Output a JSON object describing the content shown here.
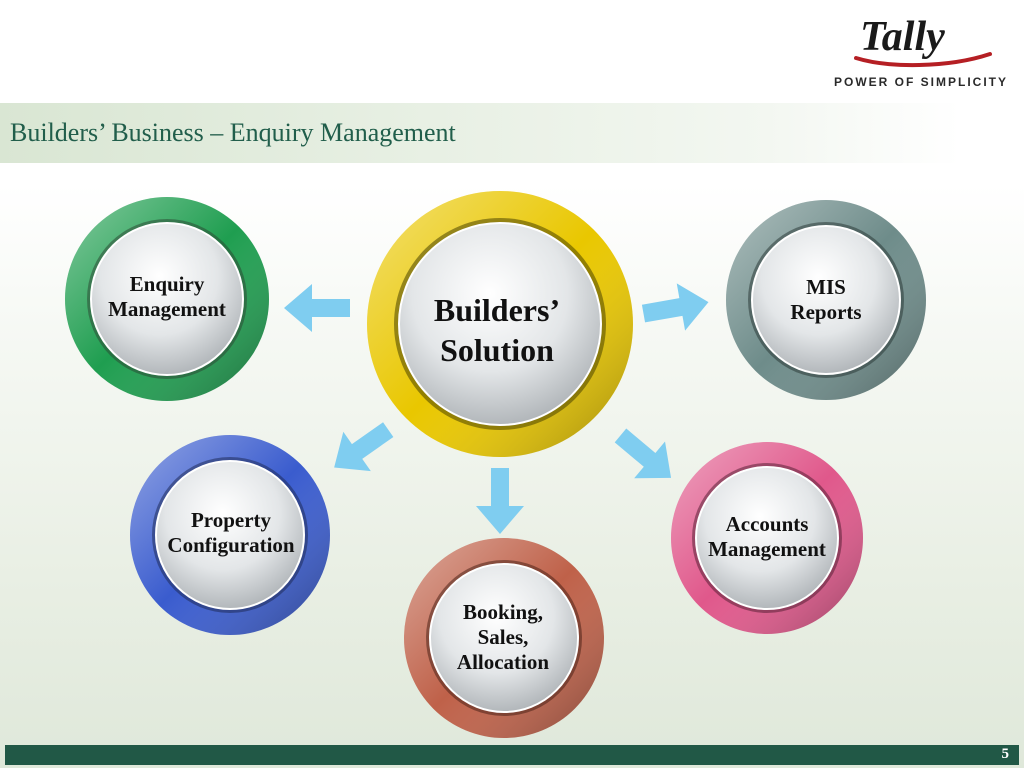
{
  "branding": {
    "logo_text": "Tally",
    "tagline": "POWER OF SIMPLICITY"
  },
  "slide": {
    "title": "Builders’ Business – Enquiry Management",
    "page_number": "5"
  },
  "diagram": {
    "center": {
      "label": "Builders’\nSolution",
      "ring_color": "#f2d300"
    },
    "nodes": [
      {
        "id": "enquiry",
        "label": "Enquiry\nManagement",
        "ring_color": "#22a655"
      },
      {
        "id": "mis",
        "label": "MIS\nReports",
        "ring_color": "#6e8c8a"
      },
      {
        "id": "property",
        "label": "Property\nConfiguration",
        "ring_color": "#3d5fd0"
      },
      {
        "id": "booking",
        "label": "Booking,\nSales,\nAllocation",
        "ring_color": "#c0634a"
      },
      {
        "id": "accounts",
        "label": "Accounts\nManagement",
        "ring_color": "#e05a8c"
      }
    ],
    "arrow_color": "#7fcdf0"
  },
  "colors": {
    "title": "#215e4b",
    "footer": "#215846"
  }
}
